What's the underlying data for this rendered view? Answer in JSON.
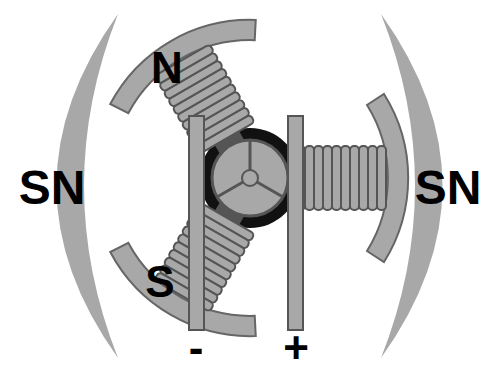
{
  "diagram": {
    "labels": [
      "N",
      "SN",
      "SN",
      "S",
      "-",
      "+"
    ]
  }
}
